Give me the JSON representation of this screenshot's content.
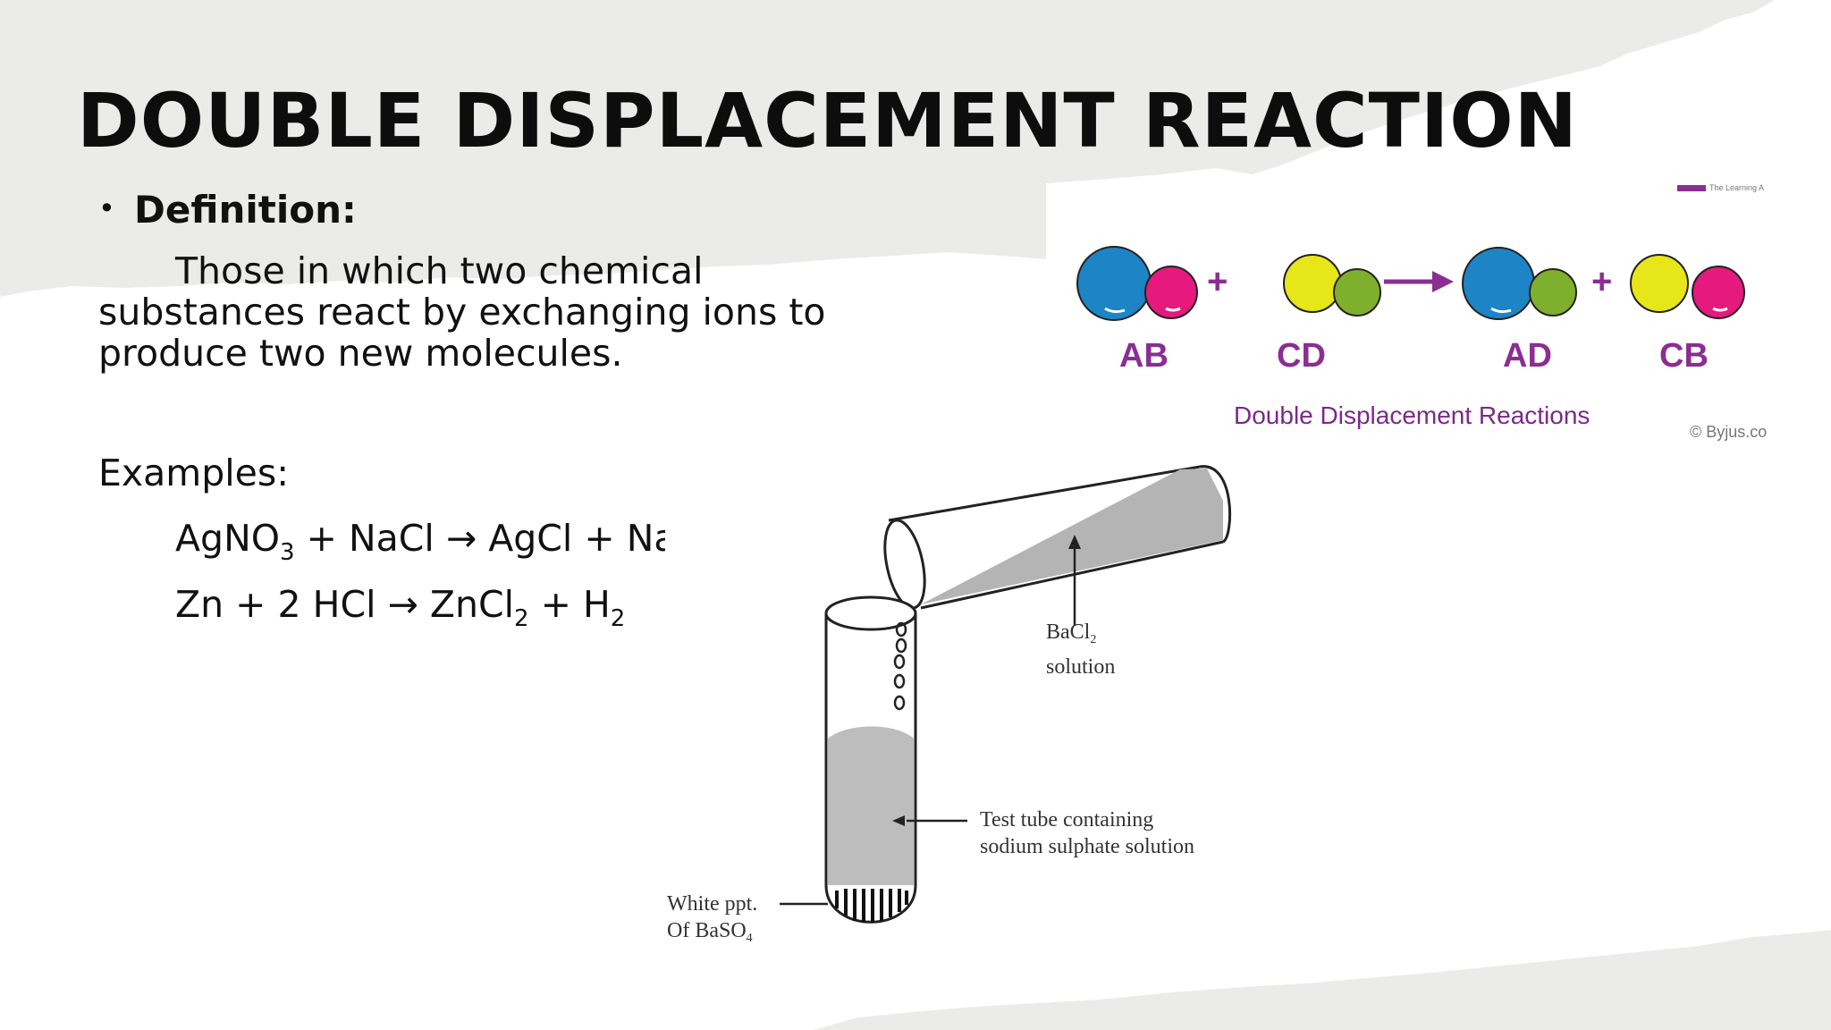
{
  "slide": {
    "title": "DOUBLE DISPLACEMENT REACTION",
    "definition": {
      "bullet": "•",
      "heading": "Definition:",
      "text": "Those in which two chemical substances react by exchanging ions to produce two new molecules."
    },
    "examples": {
      "label": "Examples:",
      "equation1": {
        "r1": "AgNO",
        "r1_sub": "3",
        "middle": " + NaCl → AgCl + NaN"
      },
      "equation2": {
        "a": "Zn + 2 HCl → ZnCl",
        "a_sub": "2",
        "b": " + H",
        "b_sub": "2"
      }
    }
  },
  "reaction_diagram": {
    "molecule_labels": [
      "AB",
      "CD",
      "AD",
      "CB"
    ],
    "plus": "+",
    "caption": "Double Displacement Reactions",
    "credit": "© Byjus.co",
    "tagline": "The Learning A",
    "colors": {
      "blue": "#1d84c6",
      "magenta": "#e5197e",
      "yellow": "#e6e619",
      "green": "#7fb02d",
      "purple": "#8a2e92"
    }
  },
  "lab_figure": {
    "bacl2_label_1": "BaCl",
    "bacl2_label_1_sub": "2",
    "bacl2_label_2": "solution",
    "tube_label_1": "Test tube containing",
    "tube_label_2": "sodium sulphate solution",
    "ppt_label_1": "White ppt.",
    "ppt_label_2": "Of BaSO",
    "ppt_label_2_sub": "4"
  }
}
